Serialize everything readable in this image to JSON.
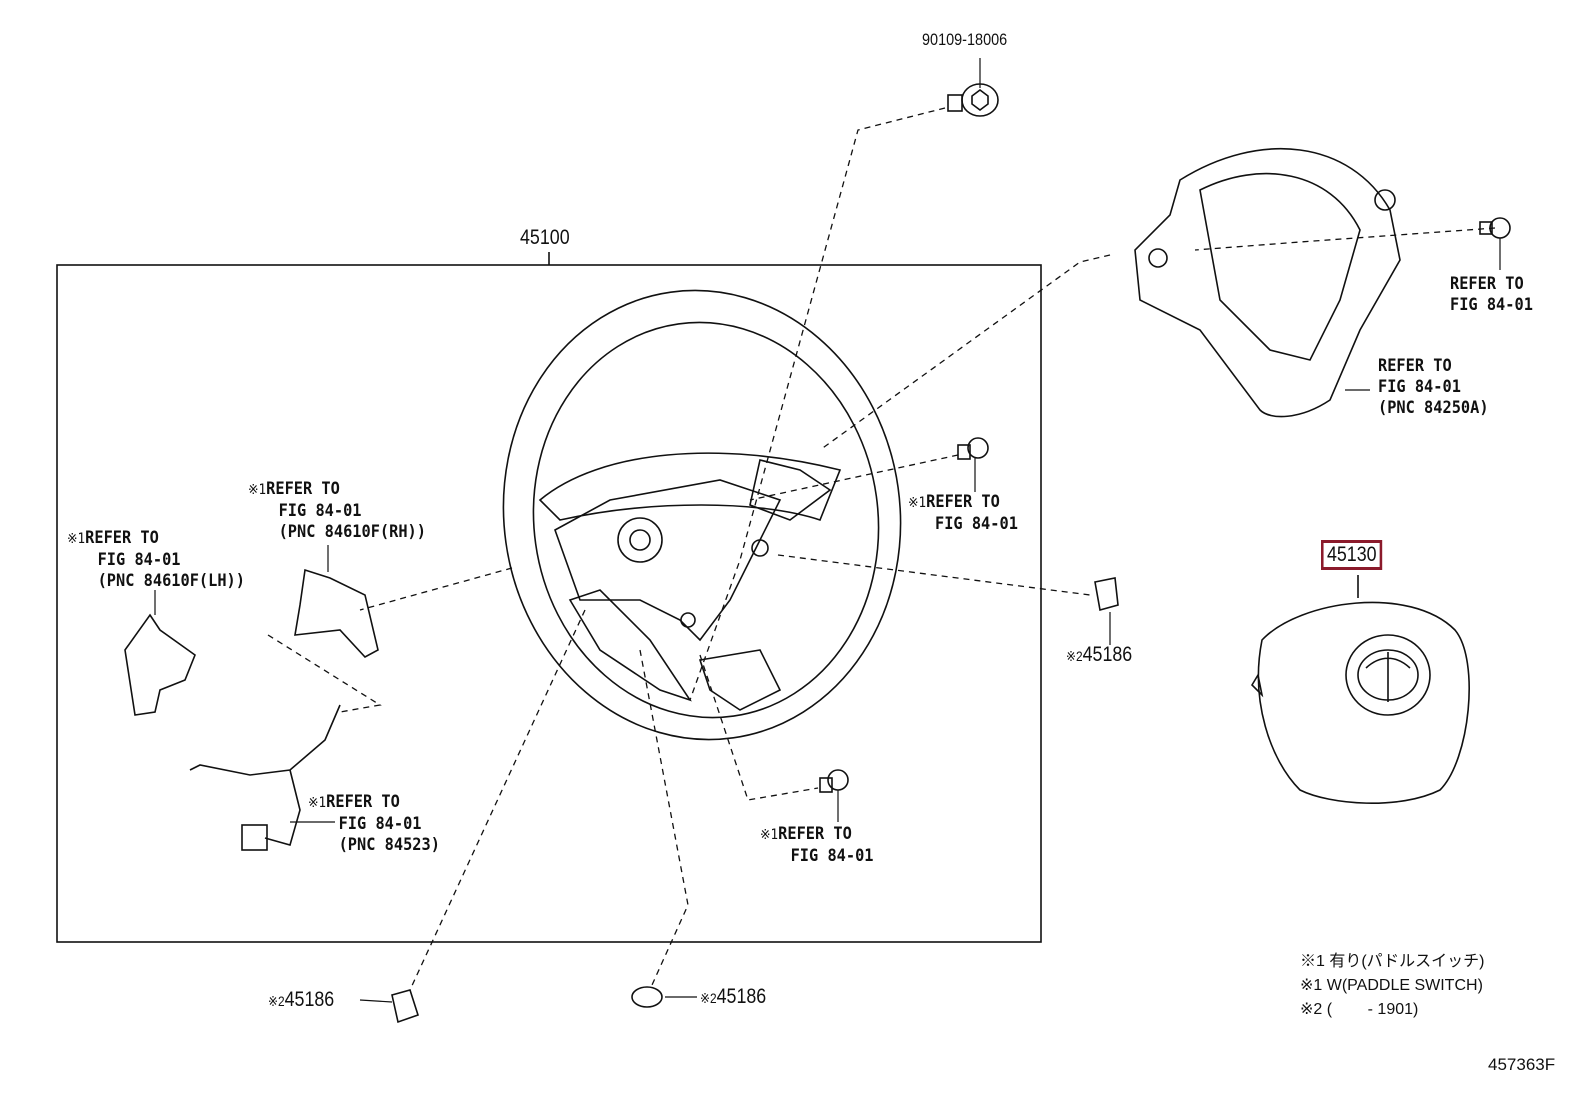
{
  "parts": {
    "bolt_top": "90109-18006",
    "wheel": "45100",
    "airbag": "45130",
    "cap_right": "45186",
    "cap_bottom_left": "45186",
    "cap_bottom_mid": "45186"
  },
  "marks": {
    "m1": "※1",
    "m2": "※2"
  },
  "refs": {
    "screw_right": [
      "REFER TO",
      "FIG 84-01"
    ],
    "cover": [
      "REFER TO",
      "FIG 84-01",
      "(PNC 84250A)"
    ],
    "screw_center": [
      "REFER TO",
      "FIG 84-01"
    ],
    "paddle_rh": [
      "REFER TO",
      "FIG 84-01",
      "(PNC 84610F(RH))"
    ],
    "paddle_lh": [
      "REFER TO",
      "FIG 84-01",
      "(PNC 84610F(LH))"
    ],
    "harness": [
      "REFER TO",
      "FIG 84-01",
      "(PNC 84523)"
    ],
    "screw_bottom": [
      "REFER TO",
      "FIG 84-01"
    ]
  },
  "legend": [
    "※1 有り(パドルスイッチ)",
    "※1 W(PADDLE SWITCH)",
    "※2 (        - 1901)"
  ],
  "figure_code": "457363F",
  "colors": {
    "highlight": "#8b1a2b",
    "line": "#111111"
  }
}
